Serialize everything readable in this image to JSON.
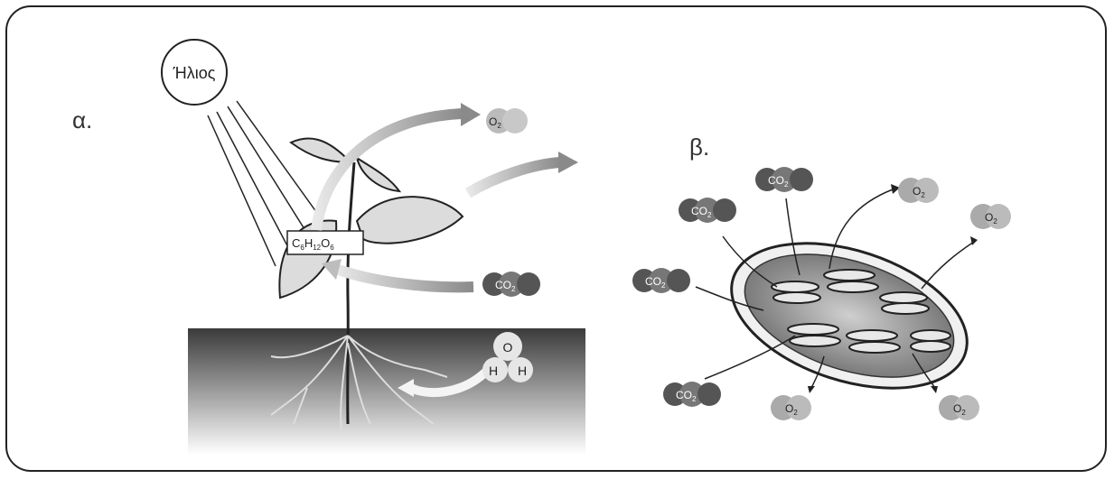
{
  "panel_a": {
    "label": "α.",
    "sun": "Ήλιος",
    "glucose": {
      "base": "C",
      "s1": "6",
      "h": "H",
      "s2": "12",
      "o": "O",
      "s3": "6"
    },
    "o2": {
      "base": "O",
      "sub": "2"
    },
    "co2": {
      "base": "CO",
      "sub": "2"
    },
    "water": {
      "o": "O",
      "h1": "H",
      "h2": "H"
    }
  },
  "panel_b": {
    "label": "β.",
    "co2": {
      "base": "CO",
      "sub": "2"
    },
    "o2": {
      "base": "O",
      "sub": "2"
    }
  }
}
